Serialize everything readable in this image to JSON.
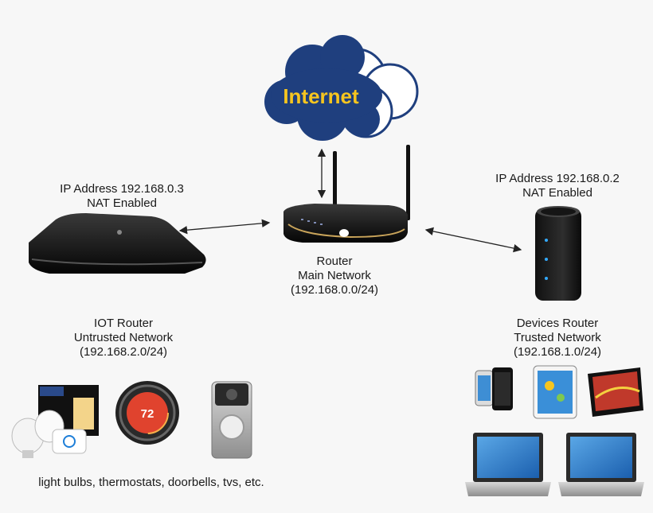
{
  "internet": {
    "label": "Internet"
  },
  "main_router": {
    "lines": [
      "Router",
      "Main Network",
      "(192.168.0.0/24)"
    ]
  },
  "iot_router": {
    "info_lines": [
      "IP Address 192.168.0.3",
      "NAT Enabled"
    ],
    "lines": [
      "IOT Router",
      "Untrusted Network",
      "(192.168.2.0/24)"
    ],
    "thermostat_reading": "72"
  },
  "devices_router": {
    "info_lines": [
      "IP Address 192.168.0.2",
      "NAT Enabled"
    ],
    "lines": [
      "Devices Router",
      "Trusted Network",
      "(192.168.1.0/24)"
    ]
  },
  "iot_devices": {
    "caption": "light bulbs, thermostats, doorbells, tvs, etc."
  },
  "colors": {
    "cloud_dark": "#1f3f7e",
    "cloud_light": "#ffffff",
    "internet_text": "#f6c51f",
    "thermostat_ring": "#e0432e",
    "tablet_screen": "#3a8fd8"
  }
}
